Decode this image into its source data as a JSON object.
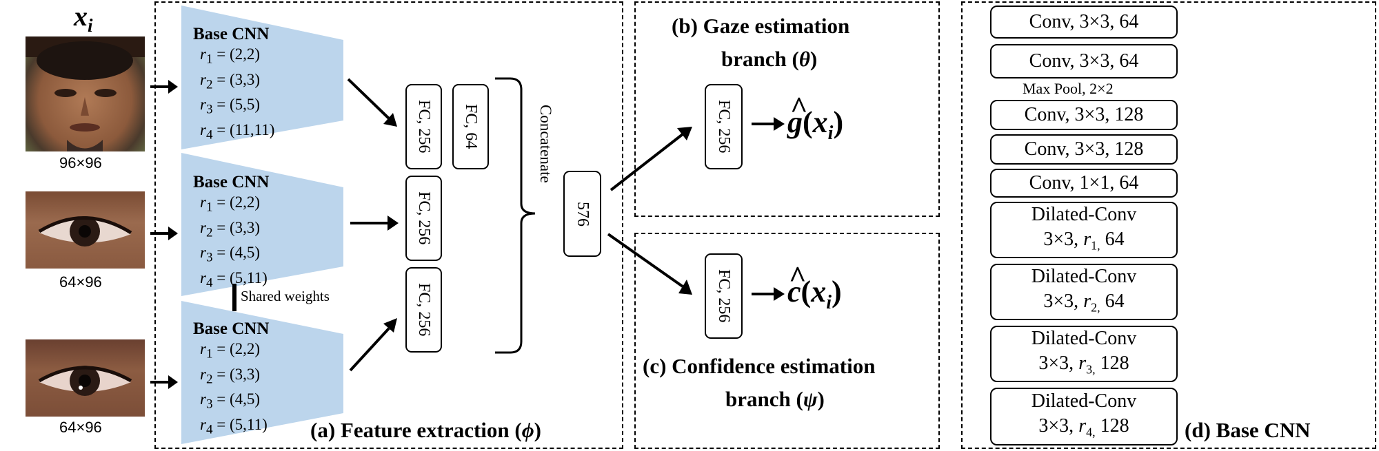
{
  "inputs": {
    "symbol": "x",
    "symbol_sub": "i",
    "face_size": "96×96",
    "left_eye_size": "64×96",
    "right_eye_size": "64×96"
  },
  "base_cnn_blocks": [
    {
      "title": "Base CNN",
      "r": [
        {
          "n": "1",
          "v": "(2,2)"
        },
        {
          "n": "2",
          "v": "(3,3)"
        },
        {
          "n": "3",
          "v": "(5,5)"
        },
        {
          "n": "4",
          "v": "(11,11)"
        }
      ]
    },
    {
      "title": "Base CNN",
      "r": [
        {
          "n": "1",
          "v": "(2,2)"
        },
        {
          "n": "2",
          "v": "(3,3)"
        },
        {
          "n": "3",
          "v": "(4,5)"
        },
        {
          "n": "4",
          "v": "(5,11)"
        }
      ]
    },
    {
      "title": "Base CNN",
      "r": [
        {
          "n": "1",
          "v": "(2,2)"
        },
        {
          "n": "2",
          "v": "(3,3)"
        },
        {
          "n": "3",
          "v": "(4,5)"
        },
        {
          "n": "4",
          "v": "(5,11)"
        }
      ]
    }
  ],
  "shared_weights": "Shared weights",
  "fc_boxes": {
    "face": "FC, 256",
    "face64": "FC, 64",
    "left": "FC, 256",
    "right": "FC, 256",
    "concat_out": "576",
    "gaze": "FC, 256",
    "conf": "FC, 256"
  },
  "concatenate": "Concatenate",
  "outputs": {
    "gaze_func": "g",
    "conf_func": "c",
    "arg_x": "x",
    "arg_sub": "i"
  },
  "panels": {
    "a": "(a) Feature extraction (",
    "a_sym": "ϕ",
    "b_line1": "(b) Gaze estimation",
    "b_line2": "branch (",
    "b_sym": "θ",
    "c_line1": "(c) Confidence estimation",
    "c_line2": "branch (",
    "c_sym": "ψ",
    "d": "(d) Base CNN",
    "close": ")"
  },
  "layers": [
    {
      "line1": "Conv, 3×3, 64"
    },
    {
      "line1": "Conv, 3×3, 64"
    },
    {
      "line1": "Conv, 3×3, 128"
    },
    {
      "line1": "Conv, 3×3, 128"
    },
    {
      "line1": "Conv, 1×1, 64"
    },
    {
      "line1": "Dilated-Conv",
      "pre": "3×3, ",
      "r": "r",
      "sub": "1,",
      "post": " 64"
    },
    {
      "line1": "Dilated-Conv",
      "pre": "3×3, ",
      "r": "r",
      "sub": "2,",
      "post": " 64"
    },
    {
      "line1": "Dilated-Conv",
      "pre": "3×3, ",
      "r": "r",
      "sub": "3,",
      "post": " 128"
    },
    {
      "line1": "Dilated-Conv",
      "pre": "3×3, ",
      "r": "r",
      "sub": "4,",
      "post": " 128"
    }
  ],
  "maxpool": "Max Pool, 2×2",
  "colors": {
    "trapezoid": "#bcd5ec",
    "skin": "#9a6a4e"
  }
}
